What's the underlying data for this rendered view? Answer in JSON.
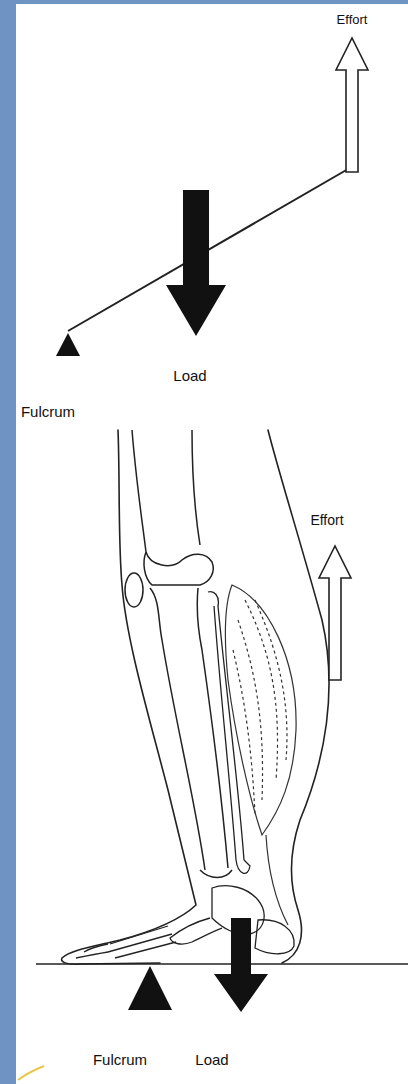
{
  "diagram": {
    "labels": [
      "Effort",
      "Load",
      "Fulcrum",
      "Effort",
      "Fulcrum",
      "Load"
    ]
  }
}
